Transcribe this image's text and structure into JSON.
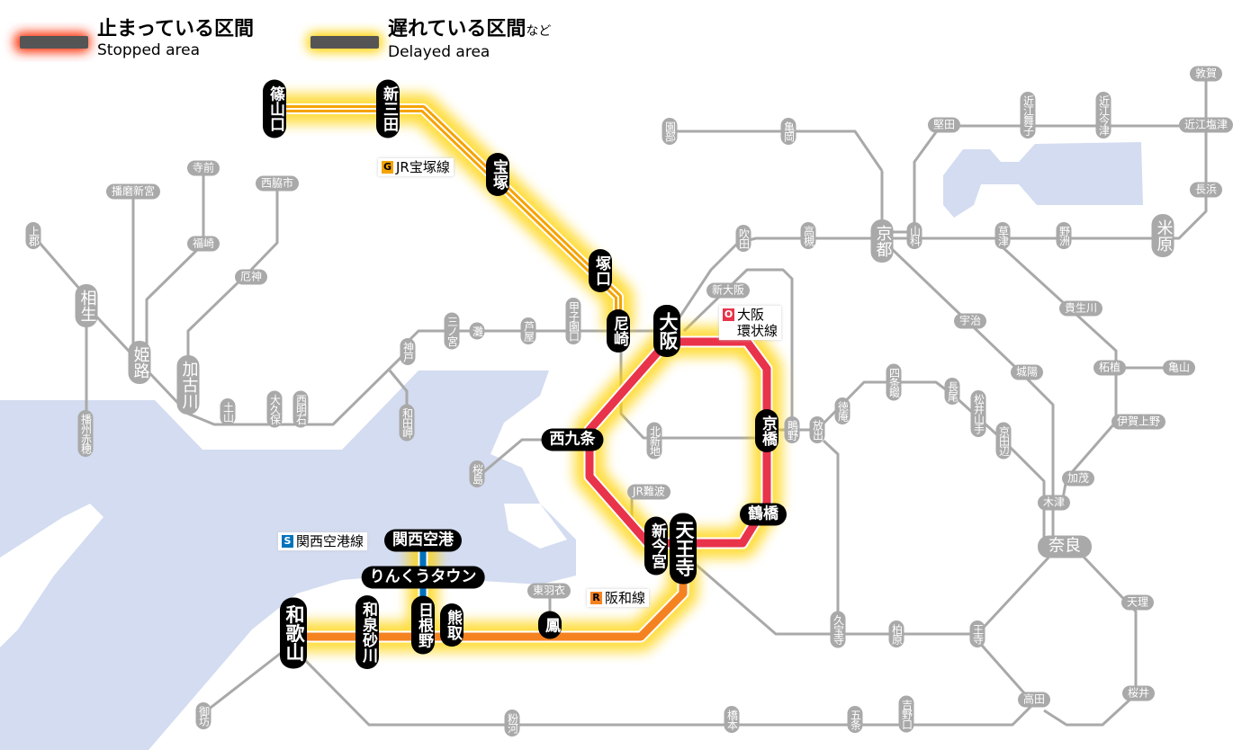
{
  "legend": {
    "stopped_jp": "止まっている区間",
    "stopped_en": "Stopped area",
    "delayed_jp": "遅れている区間",
    "delayed_suffix": "など",
    "delayed_en": "Delayed area",
    "stopped_color": "#ff2a00",
    "delayed_color": "#ffd200"
  },
  "lines": [
    {
      "symbol": "G",
      "name": "JR宝塚線",
      "color": "#f5a300"
    },
    {
      "symbol": "O",
      "name": "大阪\n環状線",
      "name_1": "大阪",
      "name_2": "環状線",
      "color": "#e8334a"
    },
    {
      "symbol": "S",
      "name": "関西空港線",
      "color": "#0072bc"
    },
    {
      "symbol": "R",
      "name": "阪和線",
      "color": "#f58220"
    }
  ],
  "stations_gray": [
    "上郡",
    "播州赤穂",
    "播磨新宮",
    "寺前",
    "福崎",
    "西脇市",
    "厄神",
    "土山",
    "大久保",
    "西明石",
    "神戸",
    "和田岬",
    "三ノ宮",
    "灘",
    "芦屋",
    "甲子園口",
    "桜島",
    "北新地",
    "JR難波",
    "東羽衣",
    "御坊",
    "粉河",
    "橋本",
    "五条",
    "吉野口",
    "高田",
    "桜井",
    "天理",
    "王寺",
    "柏原",
    "久宝寺",
    "木津",
    "加茂",
    "伊賀上野",
    "柘植",
    "亀山",
    "城陽",
    "京田辺",
    "松井山手",
    "長尾",
    "四条畷",
    "徳庵",
    "放出",
    "鴫野",
    "宇治",
    "貴生川",
    "草津",
    "野洲",
    "山科",
    "高槻",
    "吹田",
    "新大阪",
    "園部",
    "亀岡",
    "堅田",
    "近江舞子",
    "近江今津",
    "近江塩津",
    "長浜",
    "敦賀"
  ],
  "stations_gray_major": [
    "相生",
    "姫路",
    "加古川",
    "京都",
    "米原",
    "奈良"
  ],
  "stations_affected": [
    "篠山口",
    "新三田",
    "宝塚",
    "塚口",
    "尼崎",
    "西九条",
    "京橋",
    "鶴橋",
    "新今宮",
    "関西空港",
    "りんくうタウン",
    "日根野",
    "熊取",
    "鳳",
    "和泉砂川"
  ],
  "stations_affected_major": [
    "大阪",
    "天王寺",
    "和歌山"
  ]
}
